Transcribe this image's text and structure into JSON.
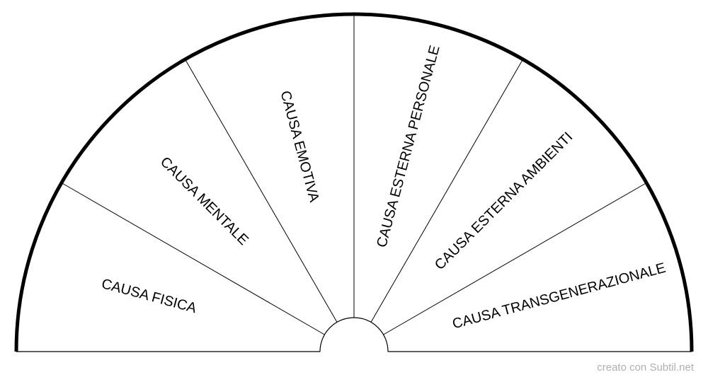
{
  "diagram": {
    "type": "semicircle-pendulum-chart",
    "sectors": [
      {
        "label": "CAUSA FISICA"
      },
      {
        "label": "CAUSA MENTALE"
      },
      {
        "label": "CAUSA EMOTIVA"
      },
      {
        "label": "CAUSA ESTERNA PERSONALE"
      },
      {
        "label": "CAUSA ESTERNA AMBIENTI"
      },
      {
        "label": "CAUSA TRANSGENERAZIONALE"
      }
    ],
    "colors": {
      "stroke": "#000000",
      "background": "#ffffff",
      "footer": "#b0b0b0"
    }
  },
  "footer": {
    "text": "creato con Subtil.net"
  }
}
